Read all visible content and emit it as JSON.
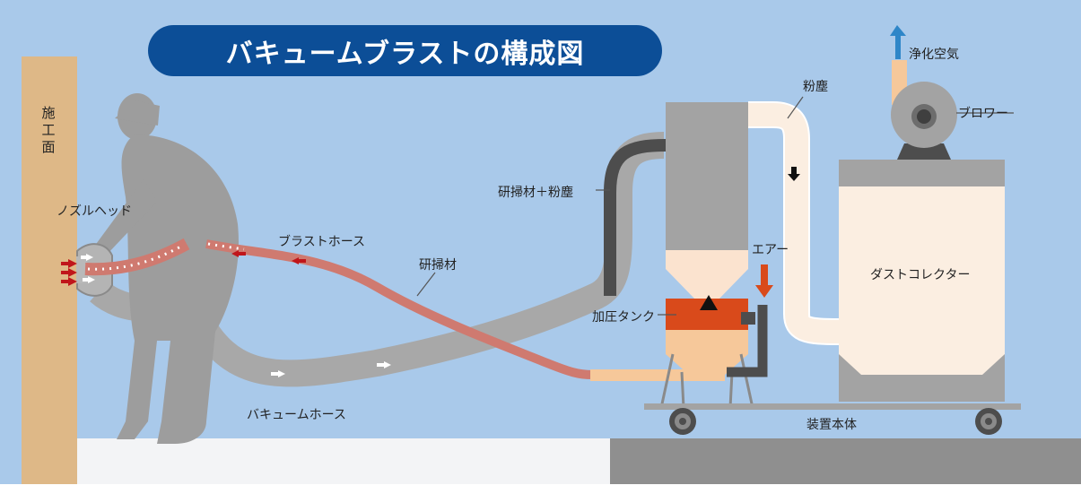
{
  "title": "バキュームブラストの構成図",
  "labels": {
    "wall": [
      "施",
      "工",
      "面"
    ],
    "nozzle_head": "ノズルヘッド",
    "blast_hose": "ブラストホース",
    "abrasive": "研掃材",
    "vacuum_hose": "バキュームホース",
    "abrasive_dust": "研掃材＋粉塵",
    "dust": "粉塵",
    "clean_air": "浄化空気",
    "blower": "ブロワー",
    "air": "エアー",
    "pressure_tank": "加圧タンク",
    "dust_collector": "ダストコレクター",
    "unit_body": "装置本体"
  },
  "colors": {
    "sky": "#a9c9ea",
    "wall": "#deb887",
    "title_bg": "#0c4e97",
    "person": "#9d9d9d",
    "blast_hose": "#cf7a70",
    "vacuum_hose": "#a8a8a8",
    "dark_hose": "#4d4d4d",
    "dust_pipe": "#fbeee1",
    "tank": "#d94a1b",
    "peach": "#f6c89a",
    "red_arrow": "#c0161b",
    "blue_arrow": "#2e86c8"
  }
}
